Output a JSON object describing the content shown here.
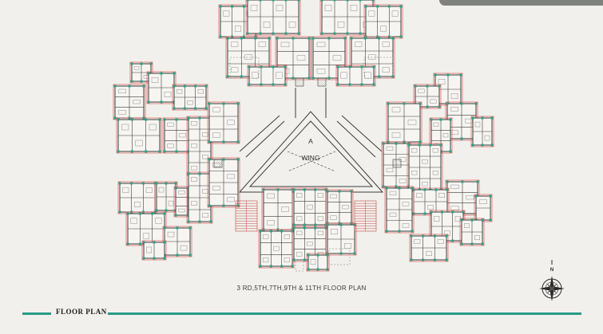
{
  "plan": {
    "wing_line1": "A",
    "wing_line2": "WING",
    "floor_caption": "3 RD,5TH,7TH,9TH & 11TH FLOOR PLAN",
    "compass_north": "N"
  },
  "footer": {
    "title": "FLOOR PLAN"
  },
  "colors": {
    "background": "#f1f0ec",
    "wall": "#3b3b3b",
    "green_marks": "#27a585",
    "red_outline": "#e05a5a",
    "footer_line": "#2a9a88",
    "top_tab": "#7e817c"
  }
}
